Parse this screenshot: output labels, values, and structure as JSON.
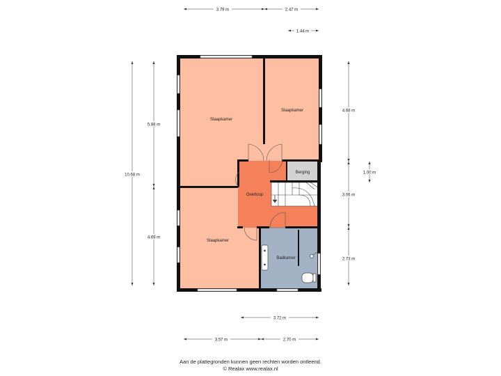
{
  "colors": {
    "bedroom": "#fdbea2",
    "bedroom_lower": "#fdbea2",
    "landing": "#f5815a",
    "storage": "#d3d3d3",
    "bathroom": "#a3b2c5",
    "wall": "#111111"
  },
  "dimensions": {
    "top_left": "3.79 m",
    "top_right": "2.47 m",
    "top_small": "1.44 m",
    "left_upper": "5.88 m",
    "left_total": "10.68 m",
    "left_lower": "4.69 m",
    "right_upper": "4.68 m",
    "right_small": "1.00 m",
    "right_middle": "3.06 m",
    "right_lower": "2.73 m",
    "bottom_inner": "3.72 m",
    "bottom_left": "3.57 m",
    "bottom_right": "2.70 m"
  },
  "rooms": {
    "bedroom_1": "Slaapkamer",
    "bedroom_2": "Slaapkamer",
    "bedroom_3": "Slaapkamer",
    "landing": "Overloop",
    "storage": "Berging",
    "bathroom": "Badkamer"
  },
  "footer": {
    "disclaimer": "Aan de plattegronden kunnen geen rechten worden ontleend.",
    "copyright": "© Realax www.realax.nl"
  }
}
